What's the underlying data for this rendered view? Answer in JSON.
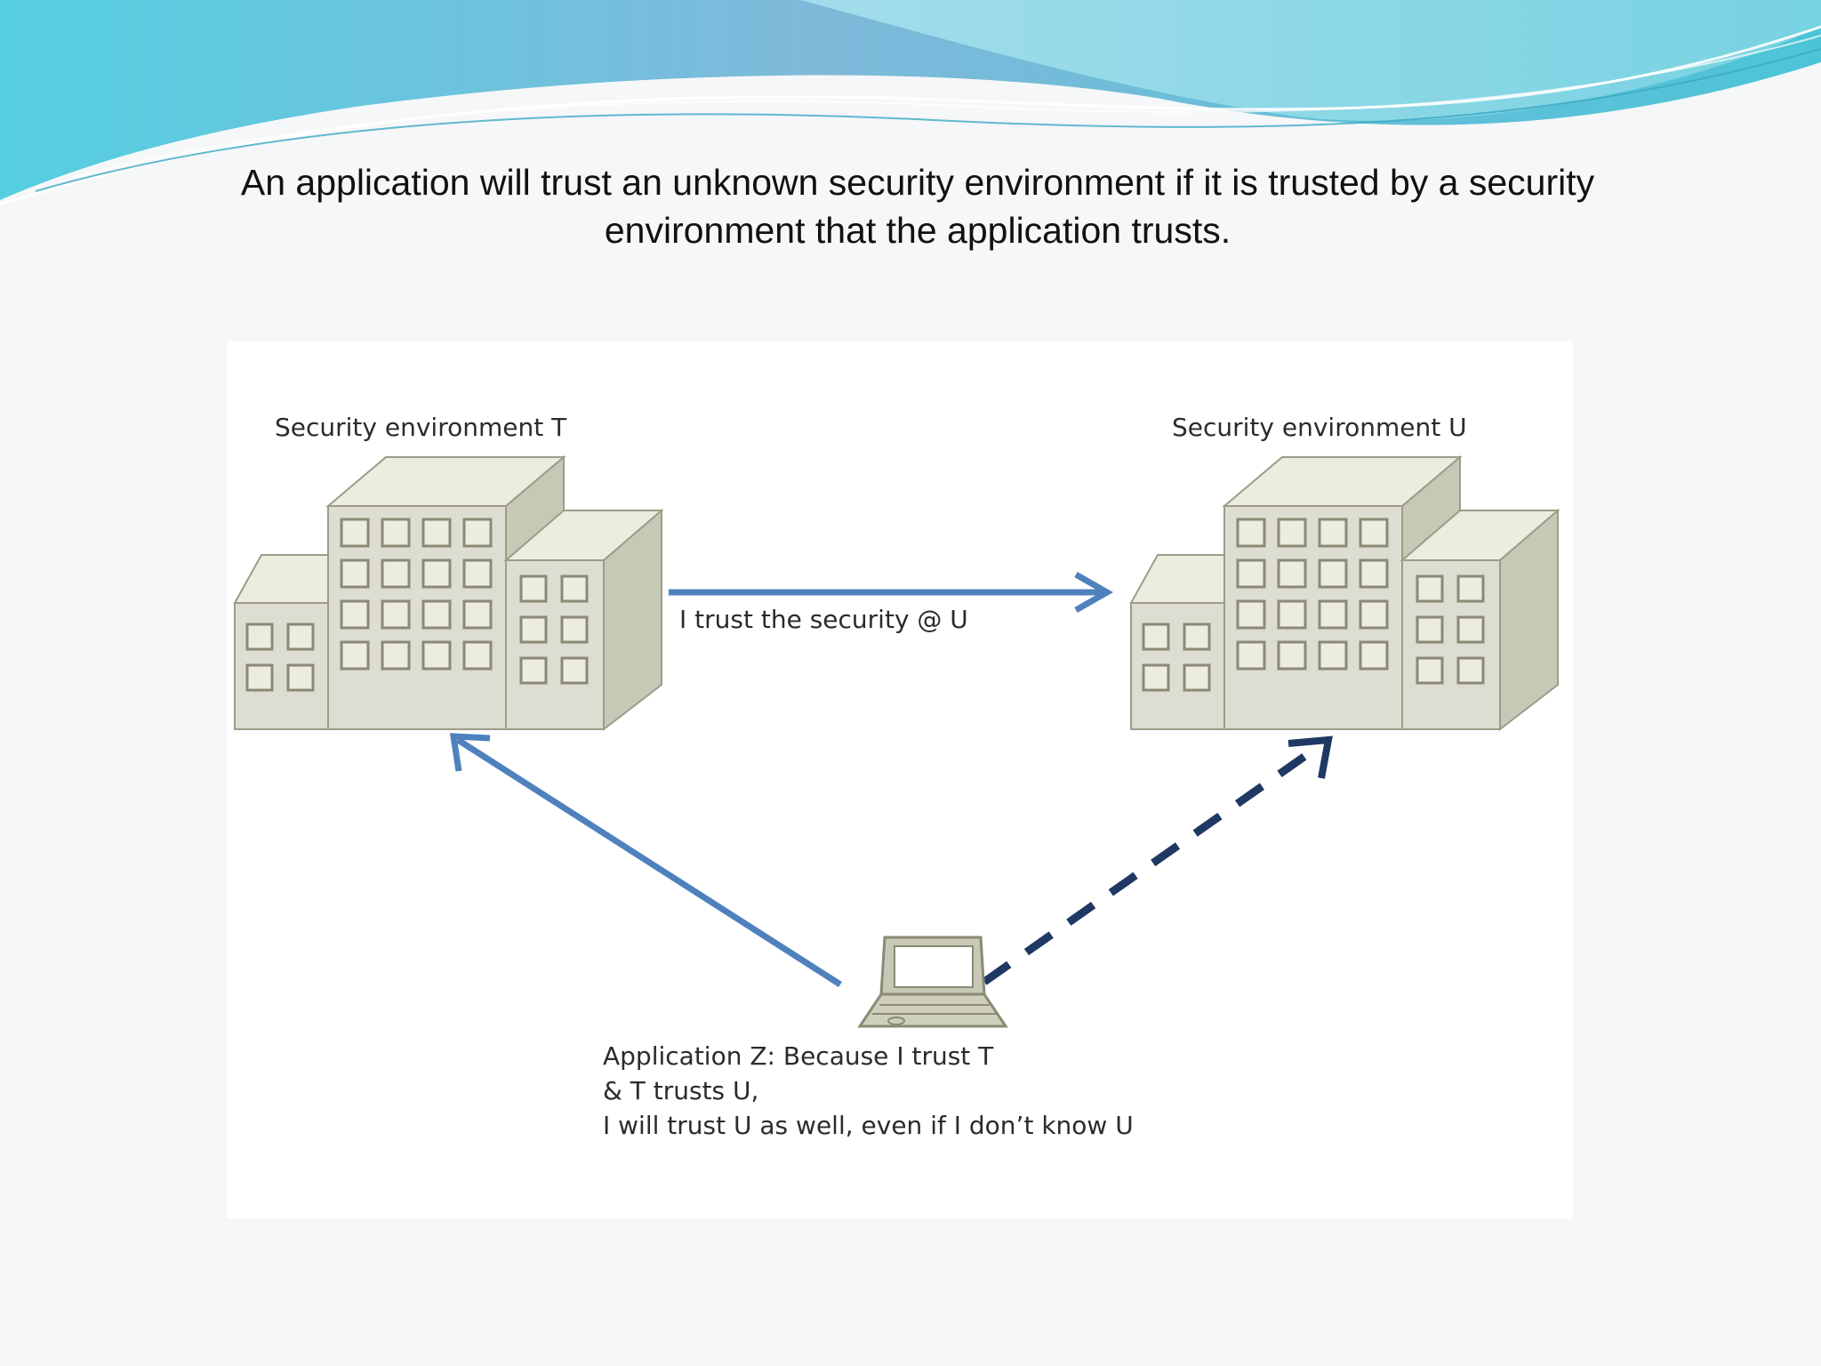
{
  "slide": {
    "title_lines": [
      "An application will trust an unknown security environment if it is trusted by a security",
      "environment that the application trusts."
    ]
  },
  "diagram": {
    "env_t_label": "Security environment T",
    "env_u_label": "Security environment U",
    "trust_arrow_label": "I trust the security @ U",
    "app_label_lines": [
      "Application Z:  Because I trust T",
      "& T trusts U,",
      "I will trust U as well, even if I don’t know U"
    ]
  },
  "colors": {
    "solid_arrow": "#4f81bd",
    "dashed_arrow": "#1f3864",
    "building_front": "#ddddd1",
    "building_top": "#ececdf",
    "building_side": "#c8c8b6",
    "building_stroke": "#9c9c88",
    "wave_teal": "#4ec3d8",
    "wave_blue": "#8ab6d6"
  }
}
